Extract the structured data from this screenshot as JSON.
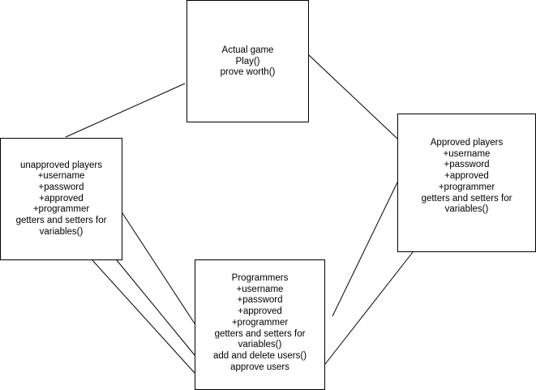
{
  "diagram": {
    "nodes": {
      "game": {
        "lines": [
          "Actual game",
          "Play()",
          "prove worth()"
        ]
      },
      "unapproved": {
        "lines": [
          "unapproved players",
          "+username",
          "+password",
          "+approved",
          "+programmer",
          "getters and setters for",
          "variables()"
        ]
      },
      "approved": {
        "lines": [
          "Approved players",
          "+username",
          "+password",
          "+approved",
          "+programmer",
          "getters and setters for",
          "variables()"
        ]
      },
      "programmers": {
        "lines": [
          "Programmers",
          "+username",
          "+password",
          "+approved",
          "+programmer",
          "getters and setters for",
          "variables()",
          "add and delete users()",
          "approve users"
        ]
      }
    },
    "connections": [
      {
        "from": "unapproved",
        "to": "game"
      },
      {
        "from": "game",
        "to": "approved"
      },
      {
        "from": "unapproved",
        "to": "programmers"
      },
      {
        "from": "unapproved",
        "to": "programmers"
      },
      {
        "from": "unapproved",
        "to": "programmers"
      },
      {
        "from": "approved",
        "to": "programmers"
      },
      {
        "from": "approved",
        "to": "programmers"
      }
    ],
    "colors": {
      "line": "#000000",
      "box_border": "#000000",
      "box_fill": "#ffffff",
      "background": "#ffffff"
    }
  }
}
